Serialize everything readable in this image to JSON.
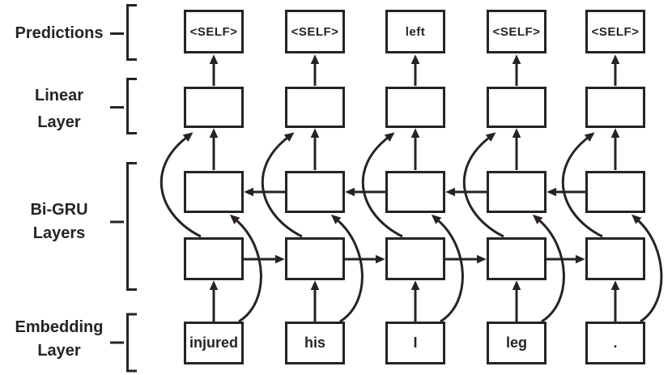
{
  "colors": {
    "ink": "#272324",
    "background": "#ffffff",
    "token_fill": "#ffffff"
  },
  "layer_labels": {
    "predictions": "Predictions",
    "linear": [
      "Linear",
      "Layer"
    ],
    "bigru": [
      "Bi-GRU",
      "Layers"
    ],
    "embedding": [
      "Embedding",
      "Layer"
    ]
  },
  "columns": [
    {
      "prediction": "<SELF>",
      "token": "injured"
    },
    {
      "prediction": "<SELF>",
      "token": "his"
    },
    {
      "prediction": "left",
      "token": "I"
    },
    {
      "prediction": "<SELF>",
      "token": "leg"
    },
    {
      "prediction": "<SELF>",
      "token": "."
    }
  ]
}
